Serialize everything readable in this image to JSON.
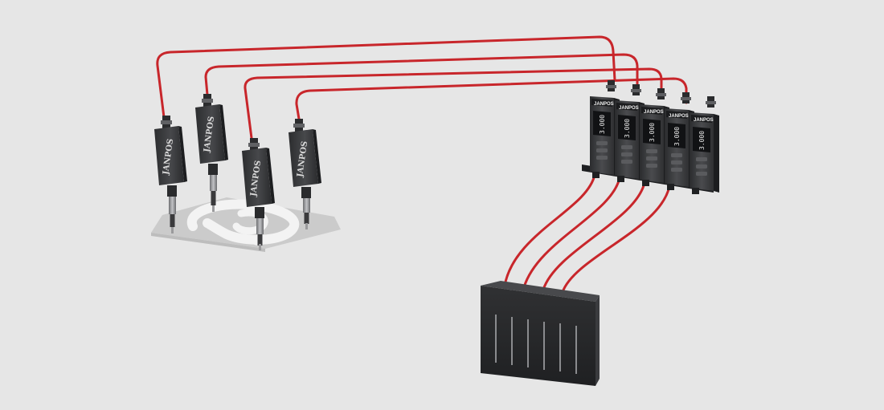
{
  "brand_text": "JANPOS",
  "colors": {
    "background": "#e6e6e6",
    "cable": "#c8262b",
    "device_body": "#3a3b3d",
    "device_dark": "#242527",
    "probe_metal": "#8f9093",
    "workpiece": "#c7c7c7",
    "hub_body": "#2b2c2e"
  },
  "sensor_heads": [
    {
      "brand": "JANPOS"
    },
    {
      "brand": "JANPOS"
    },
    {
      "brand": "JANPOS"
    },
    {
      "brand": "JANPOS"
    }
  ],
  "amplifiers": [
    {
      "brand": "JANPOS",
      "display": "3.000"
    },
    {
      "brand": "JANPOS",
      "display": "3.000"
    },
    {
      "brand": "JANPOS",
      "display": "3.000"
    },
    {
      "brand": "JANPOS",
      "display": "3.000"
    },
    {
      "brand": "JANPOS",
      "display": "3.000"
    }
  ]
}
